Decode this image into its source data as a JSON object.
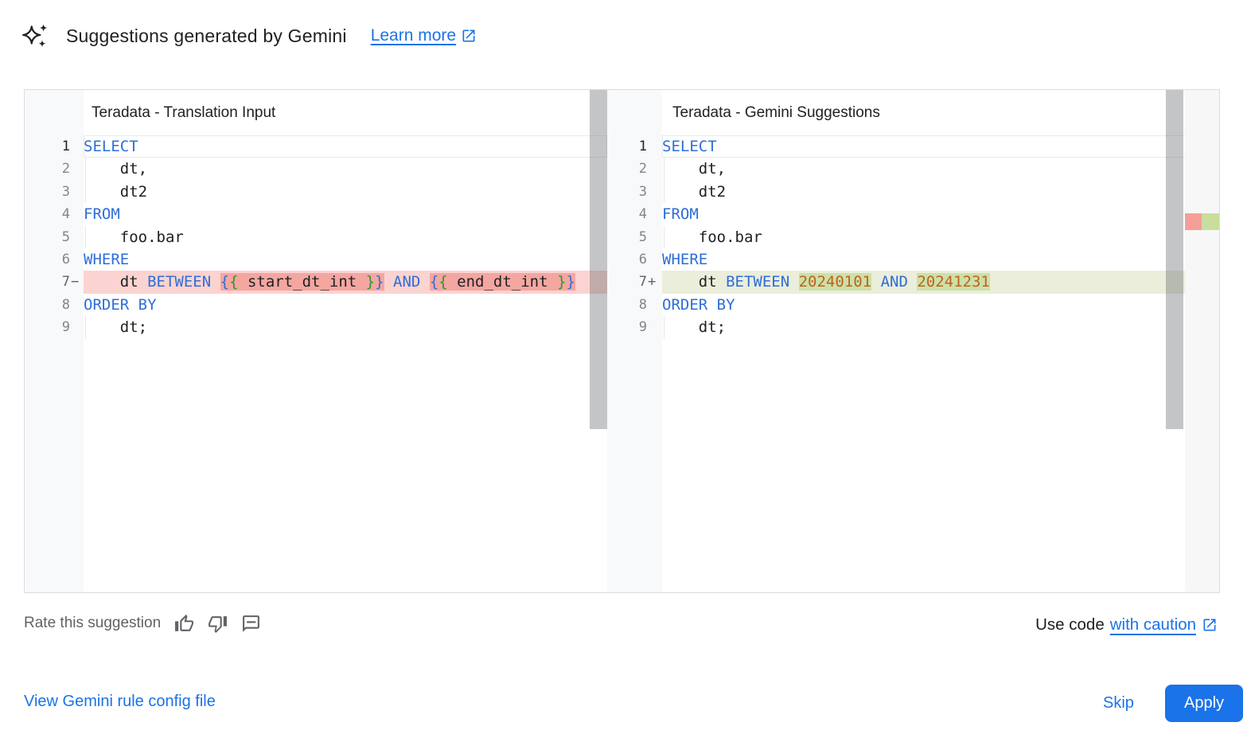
{
  "header": {
    "title": "Suggestions generated by Gemini",
    "learn_more_label": "Learn more"
  },
  "editors": [
    {
      "title": "Teradata - Translation Input",
      "lines": [
        {
          "n": "1",
          "current": true,
          "tokens": [
            [
              "SELECT",
              "kw"
            ]
          ]
        },
        {
          "n": "2",
          "guide": true,
          "tokens": [
            [
              "    dt,",
              "pl"
            ]
          ]
        },
        {
          "n": "3",
          "guide": true,
          "tokens": [
            [
              "    dt2",
              "pl"
            ]
          ]
        },
        {
          "n": "4",
          "tokens": [
            [
              "FROM",
              "kw"
            ]
          ]
        },
        {
          "n": "5",
          "guide": true,
          "tokens": [
            [
              "    foo.bar",
              "pl"
            ]
          ]
        },
        {
          "n": "6",
          "tokens": [
            [
              "WHERE",
              "kw"
            ]
          ]
        },
        {
          "n": "7",
          "marker": "−",
          "diff": "removed",
          "tokens": [
            [
              "    dt ",
              "pl"
            ],
            [
              "BETWEEN",
              "kw"
            ],
            [
              " ",
              "pl"
            ],
            [
              "{",
              "br-b",
              "h"
            ],
            [
              "{",
              "br-g",
              "h"
            ],
            [
              " start_dt_int ",
              "pl",
              "h"
            ],
            [
              "}",
              "br-g",
              "h"
            ],
            [
              "}",
              "br-b",
              "h"
            ],
            [
              " ",
              "pl"
            ],
            [
              "AND",
              "kw"
            ],
            [
              " ",
              "pl"
            ],
            [
              "{",
              "br-b",
              "h"
            ],
            [
              "{",
              "br-g",
              "h"
            ],
            [
              " end_dt_int ",
              "pl",
              "h"
            ],
            [
              "}",
              "br-g",
              "h"
            ],
            [
              "}",
              "br-b",
              "h"
            ]
          ]
        },
        {
          "n": "8",
          "tokens": [
            [
              "ORDER BY",
              "kw"
            ]
          ]
        },
        {
          "n": "9",
          "guide": true,
          "tokens": [
            [
              "    dt;",
              "pl"
            ]
          ]
        }
      ]
    },
    {
      "title": "Teradata - Gemini Suggestions",
      "lines": [
        {
          "n": "1",
          "current": true,
          "tokens": [
            [
              "SELECT",
              "kw"
            ]
          ]
        },
        {
          "n": "2",
          "guide": true,
          "tokens": [
            [
              "    dt,",
              "pl"
            ]
          ]
        },
        {
          "n": "3",
          "guide": true,
          "tokens": [
            [
              "    dt2",
              "pl"
            ]
          ]
        },
        {
          "n": "4",
          "tokens": [
            [
              "FROM",
              "kw"
            ]
          ]
        },
        {
          "n": "5",
          "guide": true,
          "tokens": [
            [
              "    foo.bar",
              "pl"
            ]
          ]
        },
        {
          "n": "6",
          "tokens": [
            [
              "WHERE",
              "kw"
            ]
          ]
        },
        {
          "n": "7",
          "marker": "+",
          "diff": "added",
          "tokens": [
            [
              "    dt ",
              "pl"
            ],
            [
              "BETWEEN",
              "kw"
            ],
            [
              " ",
              "pl"
            ],
            [
              "20240101",
              "num",
              "h"
            ],
            [
              " ",
              "pl"
            ],
            [
              "AND",
              "kw"
            ],
            [
              " ",
              "pl"
            ],
            [
              "20241231",
              "num",
              "h"
            ]
          ]
        },
        {
          "n": "8",
          "tokens": [
            [
              "ORDER BY",
              "kw"
            ]
          ]
        },
        {
          "n": "9",
          "guide": true,
          "tokens": [
            [
              "    dt;",
              "pl"
            ]
          ]
        }
      ]
    }
  ],
  "rate": {
    "label": "Rate this suggestion"
  },
  "use_code": {
    "prefix": "Use code",
    "link": "with caution"
  },
  "footer": {
    "config_link": "View Gemini rule config file",
    "skip": "Skip",
    "apply": "Apply"
  },
  "colors": {
    "accent_blue": "#1a73e8",
    "keyword_blue": "#2e6ed9",
    "bracket_green": "#319331",
    "number_orange": "#c0621c",
    "removed_line_bg": "#fbd3d0",
    "removed_char_bg": "#f4a6a0",
    "added_line_bg": "#ebeeda",
    "added_char_bg": "#cde0a8",
    "ruler_red": "#f59f98",
    "ruler_green": "#c9de9d"
  }
}
